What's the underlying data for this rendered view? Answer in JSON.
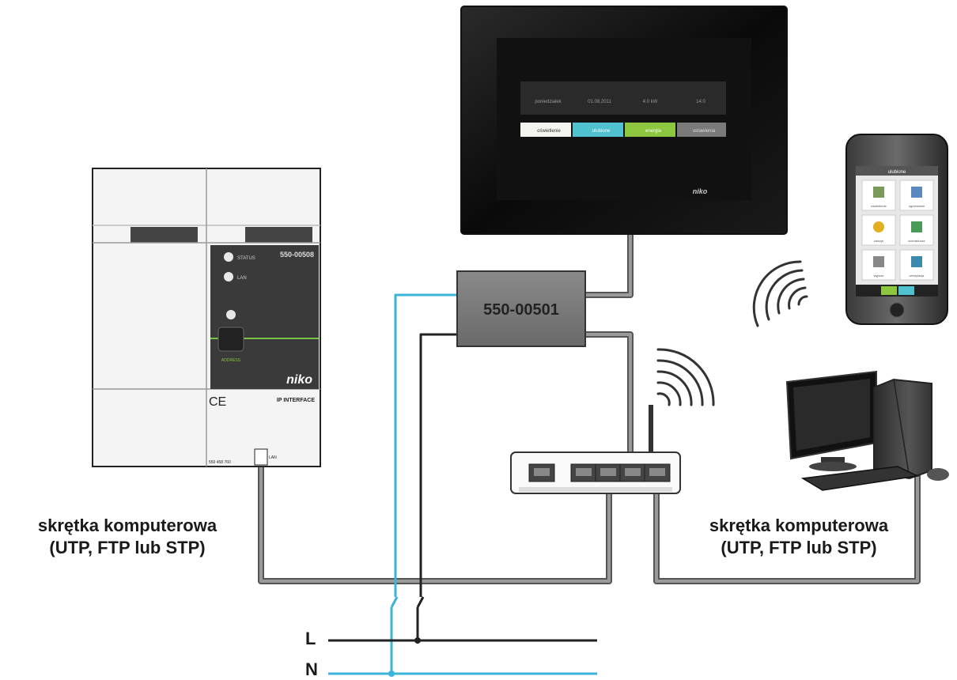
{
  "module": {
    "code": "550-00508",
    "led_status": "STATUS",
    "led_2": "LAN",
    "button_label": "ADDRESS",
    "brand": "niko",
    "ce": "CE",
    "type": "IP INTERFACE",
    "serial": "550 458 760",
    "terminal": "LAN"
  },
  "touchscreen": {
    "brand": "niko",
    "status_items": [
      "poniedziałek",
      "01.08.2011",
      "4:0 kW",
      "14:0"
    ],
    "tiles": [
      "oświetlenie",
      "ulubione",
      "energia",
      "ustawienia"
    ],
    "colors": {
      "tile1": "#f5f5f0",
      "tile2": "#4fc1cf",
      "tile3": "#8dc63f",
      "tile4": "#7a7a7a"
    }
  },
  "power_supply": {
    "code": "550-00501"
  },
  "phone": {
    "header": "ulubione",
    "items": [
      "oświetlenie",
      "ogrzewanie",
      "żaluzje",
      "scenariusze",
      "wyjście",
      "wentylacja"
    ]
  },
  "labels": {
    "cable_left_1": "skrętka komputerowa",
    "cable_left_2": "(UTP, FTP lub STP)",
    "cable_right_1": "skrętka komputerowa",
    "cable_right_2": "(UTP, FTP lub STP)",
    "line_L": "L",
    "line_N": "N"
  },
  "colors": {
    "cable": "#555555",
    "neutral": "#3ab4d8",
    "live": "#222222"
  }
}
